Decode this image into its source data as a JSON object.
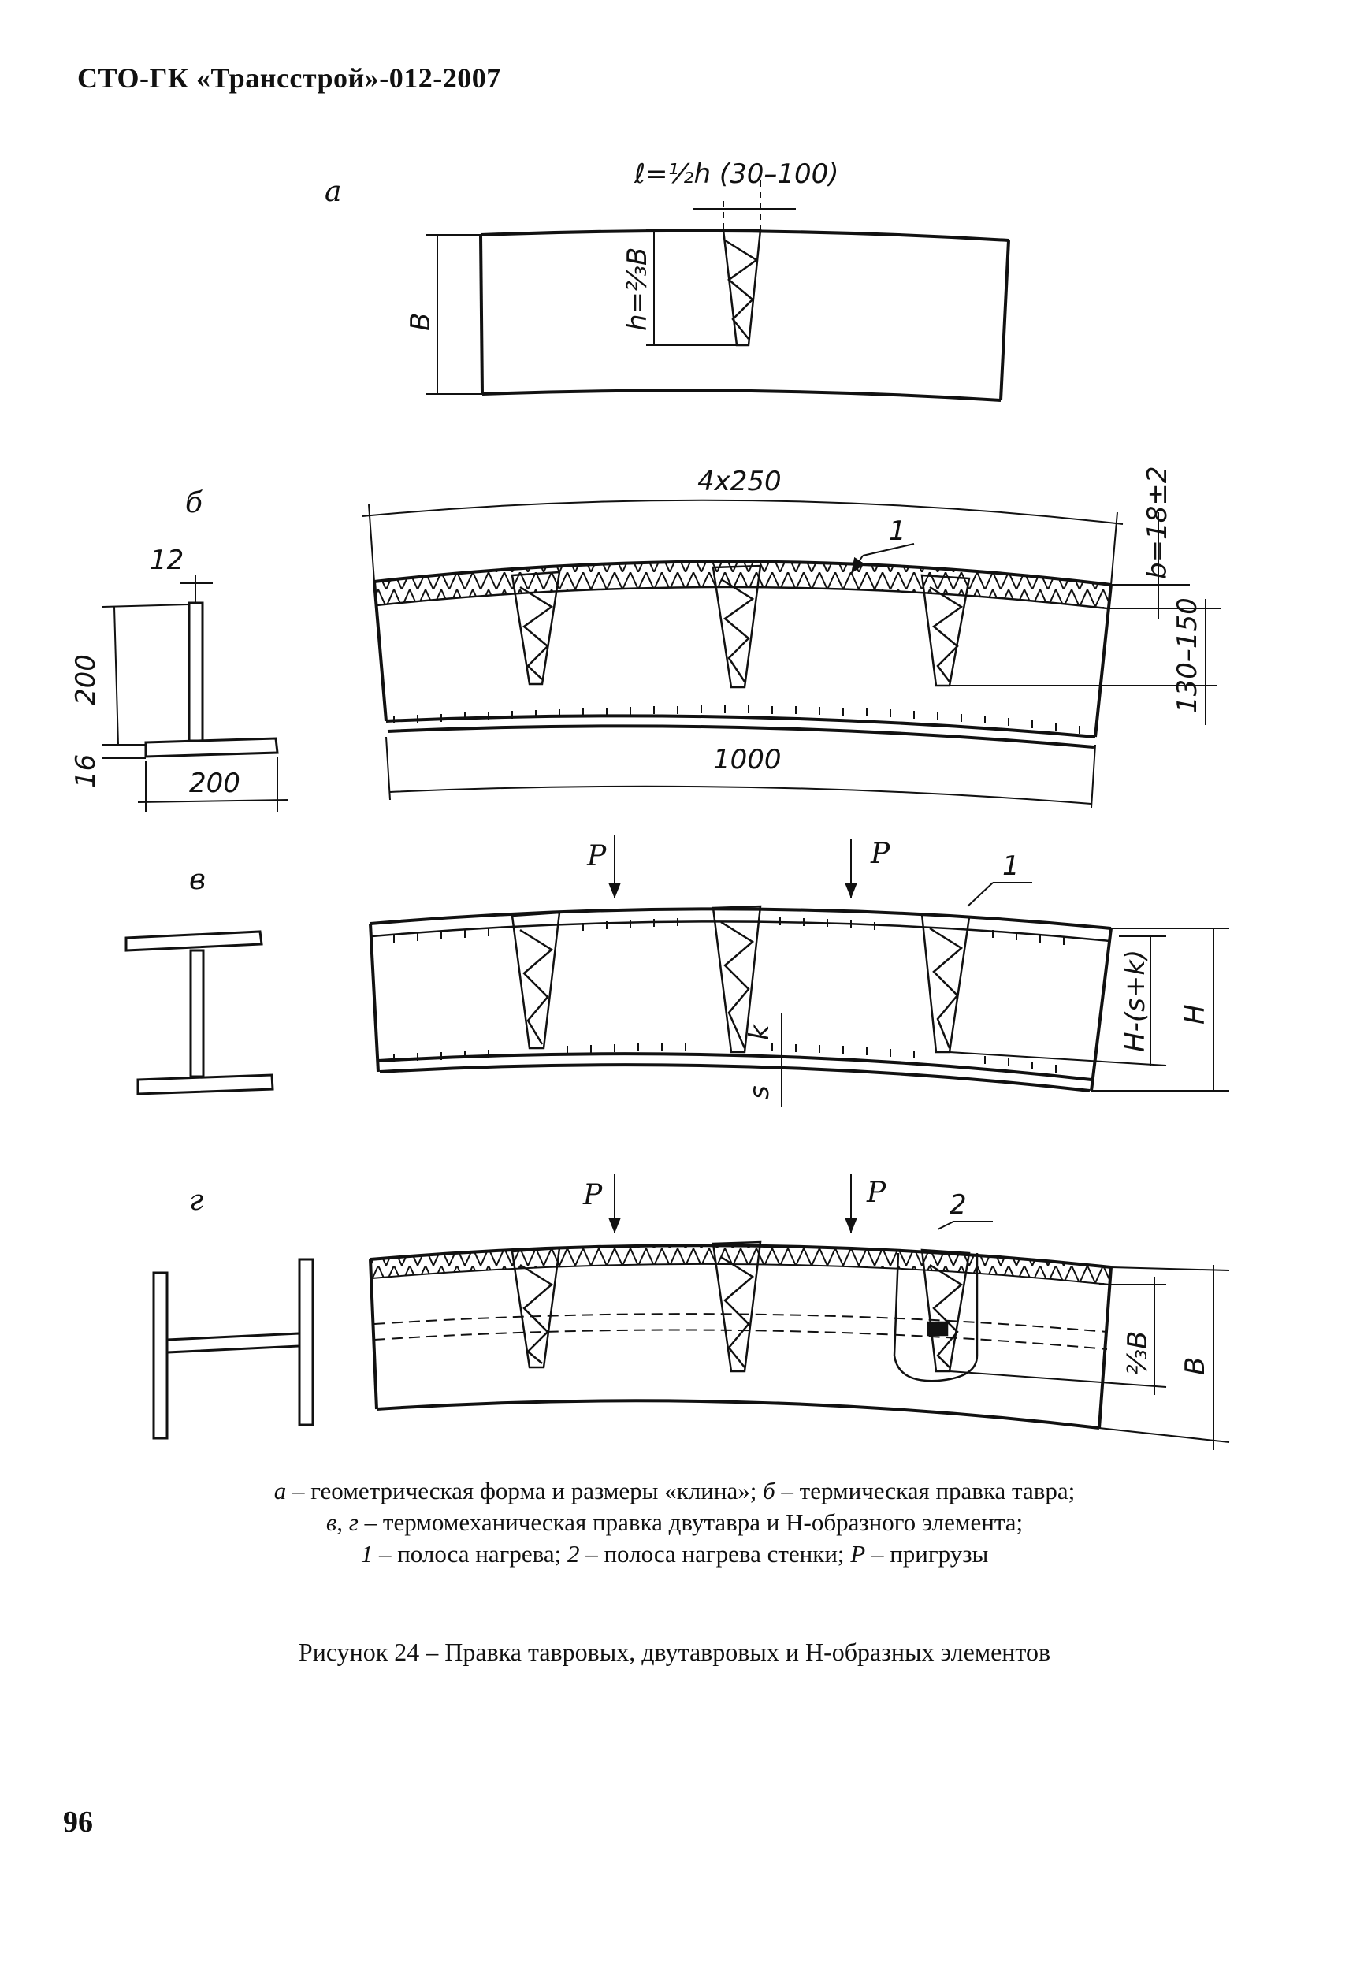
{
  "header": {
    "code": "СТО-ГК «Трансстрой»-012-2007"
  },
  "figure": {
    "panel_labels": [
      "а",
      "б",
      "в",
      "г"
    ],
    "panel_a": {
      "wedge_width": "ℓ=½h (30–100)",
      "wedge_height": "h=⅔B",
      "height": "B"
    },
    "panel_b": {
      "length_top": "4x250",
      "length_bottom": "1000",
      "strip_width": "b=18±2",
      "wedge_depth": "130–150",
      "callout": "1",
      "section_web": "12",
      "section_height": "200",
      "section_flange_thk": "16",
      "section_flange_width": "200"
    },
    "panel_v": {
      "load_left": "P",
      "load_right": "P",
      "callout": "1",
      "dim_k": "k",
      "dim_s": "s",
      "dim_inner": "H-(s+k)",
      "dim_total": "H"
    },
    "panel_g": {
      "load_left": "P",
      "load_right": "P",
      "callout": "2",
      "dim_inner": "⅔B",
      "dim_total": "B"
    }
  },
  "legend": {
    "line1": {
      "a": "а",
      "a_text": " – геометрическая форма и размеры «клина»; ",
      "b": "б",
      "b_text": " – термическая правка тавра;"
    },
    "line2": {
      "vg": "в, г",
      "vg_text": " – термомеханическая правка двутавра и Н-образного элемента;"
    },
    "line3": {
      "n1": "1",
      "n1_text": " – полоса нагрева; ",
      "n2": "2",
      "n2_text": " – полоса нагрева стенки; ",
      "p": "Р",
      "p_text": " – пригрузы"
    }
  },
  "figure_title": "Рисунок 24 – Правка тавровых, двутавровых и Н-образных элементов",
  "page_number": "96"
}
